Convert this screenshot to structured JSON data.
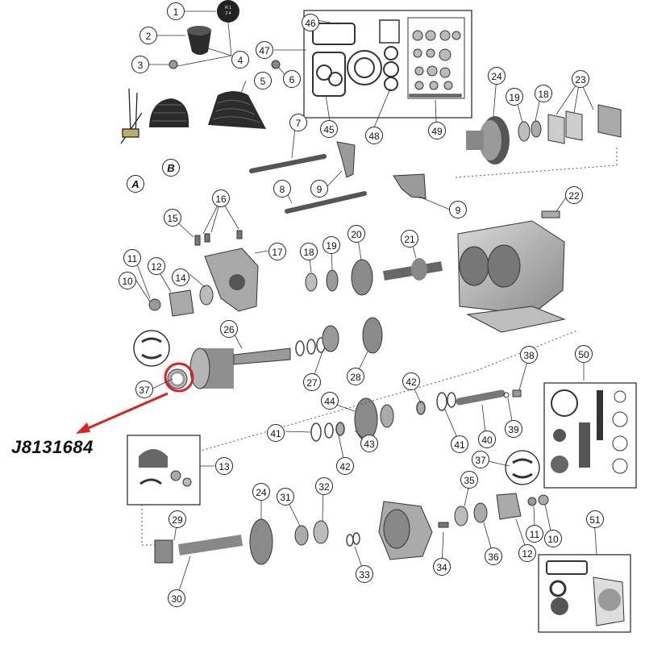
{
  "highlight": {
    "part_number": "J8131684",
    "color": "#e0201e"
  },
  "colors": {
    "line": "#222222",
    "part_light": "#bfbfbf",
    "part_mid": "#9a9a9a",
    "part_dark": "#3a3a3a"
  },
  "callouts": [
    {
      "id": "c1",
      "label": "1"
    },
    {
      "id": "c2",
      "label": "2"
    },
    {
      "id": "c3",
      "label": "3"
    },
    {
      "id": "c4",
      "label": "4"
    },
    {
      "id": "c5",
      "label": "5"
    },
    {
      "id": "c6",
      "label": "6"
    },
    {
      "id": "cA",
      "label": "A"
    },
    {
      "id": "cB",
      "label": "B"
    },
    {
      "id": "c7",
      "label": "7"
    },
    {
      "id": "c8",
      "label": "8"
    },
    {
      "id": "c9a",
      "label": "9"
    },
    {
      "id": "c9b",
      "label": "9"
    },
    {
      "id": "c46",
      "label": "46"
    },
    {
      "id": "c47",
      "label": "47"
    },
    {
      "id": "c45",
      "label": "45"
    },
    {
      "id": "c48",
      "label": "48"
    },
    {
      "id": "c49",
      "label": "49"
    },
    {
      "id": "c24a",
      "label": "24"
    },
    {
      "id": "c19a",
      "label": "19"
    },
    {
      "id": "c18a",
      "label": "18"
    },
    {
      "id": "c23",
      "label": "23"
    },
    {
      "id": "c22",
      "label": "22"
    },
    {
      "id": "c16",
      "label": "16"
    },
    {
      "id": "c15",
      "label": "15"
    },
    {
      "id": "c17",
      "label": "17"
    },
    {
      "id": "c18b",
      "label": "18"
    },
    {
      "id": "c19b",
      "label": "19"
    },
    {
      "id": "c20",
      "label": "20"
    },
    {
      "id": "c21",
      "label": "21"
    },
    {
      "id": "c11a",
      "label": "11"
    },
    {
      "id": "c12a",
      "label": "12"
    },
    {
      "id": "c10a",
      "label": "10"
    },
    {
      "id": "c14",
      "label": "14"
    },
    {
      "id": "c26",
      "label": "26"
    },
    {
      "id": "c27",
      "label": "27"
    },
    {
      "id": "c28",
      "label": "28"
    },
    {
      "id": "c37a",
      "label": "37"
    },
    {
      "id": "c38",
      "label": "38"
    },
    {
      "id": "c42a",
      "label": "42"
    },
    {
      "id": "c44",
      "label": "44"
    },
    {
      "id": "c41a",
      "label": "41"
    },
    {
      "id": "c43",
      "label": "43"
    },
    {
      "id": "c42b",
      "label": "42"
    },
    {
      "id": "c41b",
      "label": "41"
    },
    {
      "id": "c40",
      "label": "40"
    },
    {
      "id": "c39",
      "label": "39"
    },
    {
      "id": "c50",
      "label": "50"
    },
    {
      "id": "c13",
      "label": "13"
    },
    {
      "id": "c37b",
      "label": "37"
    },
    {
      "id": "c24b",
      "label": "24"
    },
    {
      "id": "c31",
      "label": "31"
    },
    {
      "id": "c32",
      "label": "32"
    },
    {
      "id": "c29",
      "label": "29"
    },
    {
      "id": "c35",
      "label": "35"
    },
    {
      "id": "c11b",
      "label": "11"
    },
    {
      "id": "c10b",
      "label": "10"
    },
    {
      "id": "c36",
      "label": "36"
    },
    {
      "id": "c12b",
      "label": "12"
    },
    {
      "id": "c34",
      "label": "34"
    },
    {
      "id": "c33",
      "label": "33"
    },
    {
      "id": "c30",
      "label": "30"
    },
    {
      "id": "c51",
      "label": "51"
    }
  ]
}
